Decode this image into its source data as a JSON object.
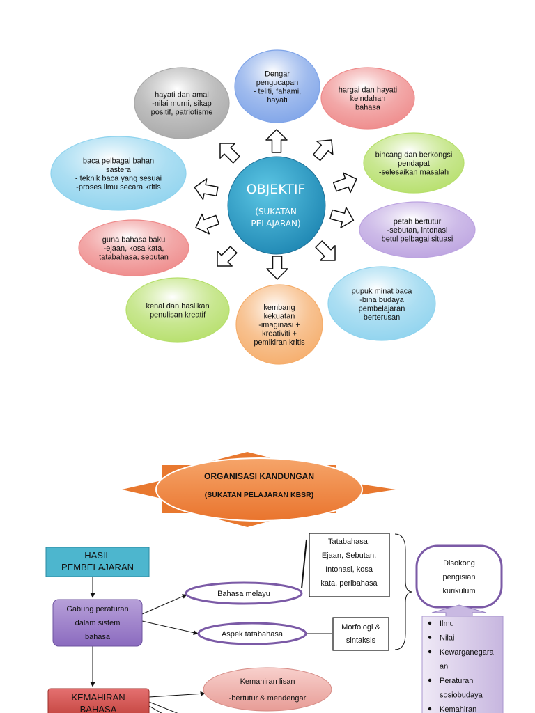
{
  "objektif": {
    "center": {
      "title": "OBJEKTIF",
      "subtitle_lines": [
        "(SUKATAN",
        "PELAJARAN)"
      ]
    },
    "nodes": [
      {
        "id": "dengar",
        "lines": [
          "Dengar",
          "pengucapan",
          "- teliti, fahami,",
          "hayati"
        ],
        "color": "#7fa4e8"
      },
      {
        "id": "hargai",
        "lines": [
          "hargai dan hayati",
          "keindahan",
          "bahasa"
        ],
        "color": "#ee8a8a"
      },
      {
        "id": "bincang",
        "lines": [
          "bincang dan berkongsi",
          "pendapat",
          "-selesaikan masalah"
        ],
        "color": "#b6df6b"
      },
      {
        "id": "petah",
        "lines": [
          "petah bertutur",
          "-sebutan, intonasi",
          "betul pelbagai situasi"
        ],
        "color": "#bca3e0"
      },
      {
        "id": "pupuk",
        "lines": [
          "pupuk minat baca",
          "-bina budaya",
          "pembelajaran",
          "berterusan"
        ],
        "color": "#8fd3ee"
      },
      {
        "id": "kembang",
        "lines": [
          "kembang",
          "kekuatan",
          "-imaginasi +",
          "kreativiti +",
          "pemikiran kritis"
        ],
        "color": "#f5ad6b"
      },
      {
        "id": "kenal",
        "lines": [
          "kenal dan hasilkan",
          "penulisan kreatif"
        ],
        "color": "#b6df6b"
      },
      {
        "id": "guna",
        "lines": [
          "guna bahasa baku",
          "-ejaan, kosa kata,",
          "tatabahasa, sebutan"
        ],
        "color": "#ee8a8a"
      },
      {
        "id": "baca",
        "lines": [
          "baca pelbagai bahan",
          "sastera",
          "- teknik baca yang sesuai",
          "-proses ilmu secara kritis"
        ],
        "color": "#8fd3ee"
      },
      {
        "id": "hayati",
        "lines": [
          "hayati dan amal",
          "-nilai murni,  sikap",
          "positif, patriotisme"
        ],
        "color": "#a8a8a8"
      }
    ]
  },
  "organisasi": {
    "title": "ORGANISASI KANDUNGAN",
    "subtitle": "(SUKATAN PELAJARAN KBSR)",
    "hasil": [
      "HASIL",
      "PEMBELAJARAN"
    ],
    "gabung": [
      "Gabung peraturan",
      "dalam sistem",
      "bahasa"
    ],
    "bahasa_melayu": "Bahasa melayu",
    "aspek": "Aspek tatabahasa",
    "tatabahasa_box": [
      "Tatabahasa,",
      "Ejaan, Sebutan,",
      "Intonasi, kosa",
      "kata, peribahasa"
    ],
    "morfologi_box": [
      "Morfologi &",
      "sintaksis"
    ],
    "disokong": [
      "Disokong",
      "pengisian",
      "kurikulum"
    ],
    "support_list": [
      {
        "bullet": "Ilmu",
        "cont": ""
      },
      {
        "bullet": "Nilai",
        "cont": ""
      },
      {
        "bullet": "Kewarganegara",
        "cont": "an"
      },
      {
        "bullet": "Peraturan",
        "cont": "sosiobudaya"
      },
      {
        "bullet": "Kemahiran",
        "cont": ""
      }
    ],
    "kemahiran": [
      "KEMAHIRAN",
      "BAHASA"
    ],
    "lisan": [
      "Kemahiran lisan",
      "-bertutur & mendengar"
    ]
  }
}
